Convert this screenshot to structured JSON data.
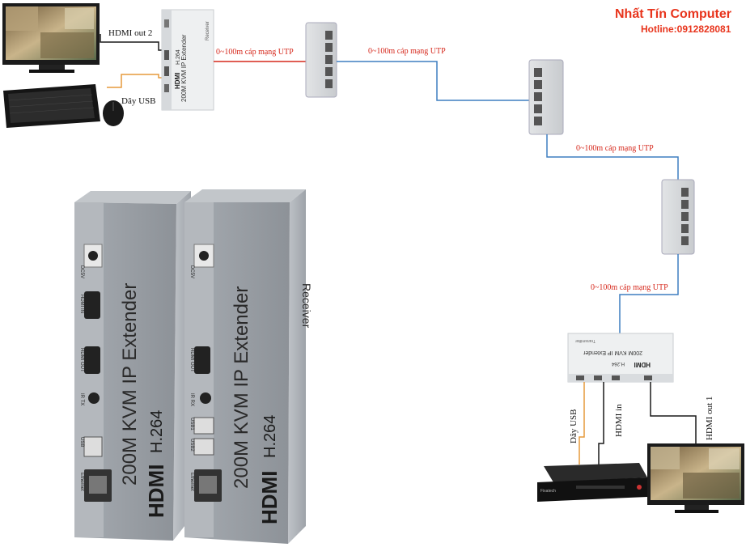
{
  "brand": {
    "name": "Nhất Tín Computer",
    "hotline": "Hotline:0912828081",
    "name_color": "#e8341c",
    "hotline_color": "#e8341c"
  },
  "labels": {
    "hdmi_out_2": "HDMI out 2",
    "day_usb_top": "Dây USB",
    "cable_1": "0~100m cáp mạng UTP",
    "cable_2": "0~100m cáp mạng UTP",
    "cable_3": "0~100m cáp mạng UTP",
    "cable_4": "0~100m cáp mạng UTP",
    "day_usb_bottom": "Dây USB",
    "hdmi_in": "HDMI in",
    "hdmi_out_1": "HDMI out 1"
  },
  "devices": {
    "receiver_top_text": "Receiver",
    "model_text": "200M KVM IP Extender",
    "codec": "H.264",
    "logo": "HDMI",
    "transmitter_top_text": "Transmitter",
    "dc_label": "DC5V",
    "ports_tx": [
      "DC5V",
      "HDMI IN",
      "HDMI OUT",
      "IR TX",
      "USB",
      "Ethernet"
    ],
    "ports_rx": [
      "DC5V",
      "HDMI OUT",
      "IR RX",
      "USB1",
      "USB2",
      "Ethernet"
    ],
    "receiver_label": "Receiver",
    "dvr_brand": "Fixatech"
  },
  "colors": {
    "cable_red": "#d6281c",
    "cable_blue": "#3f7fc0",
    "usb_orange": "#e69a3c",
    "hdmi_black": "#1a1a1a",
    "device_gray": "#9aa0a6"
  }
}
